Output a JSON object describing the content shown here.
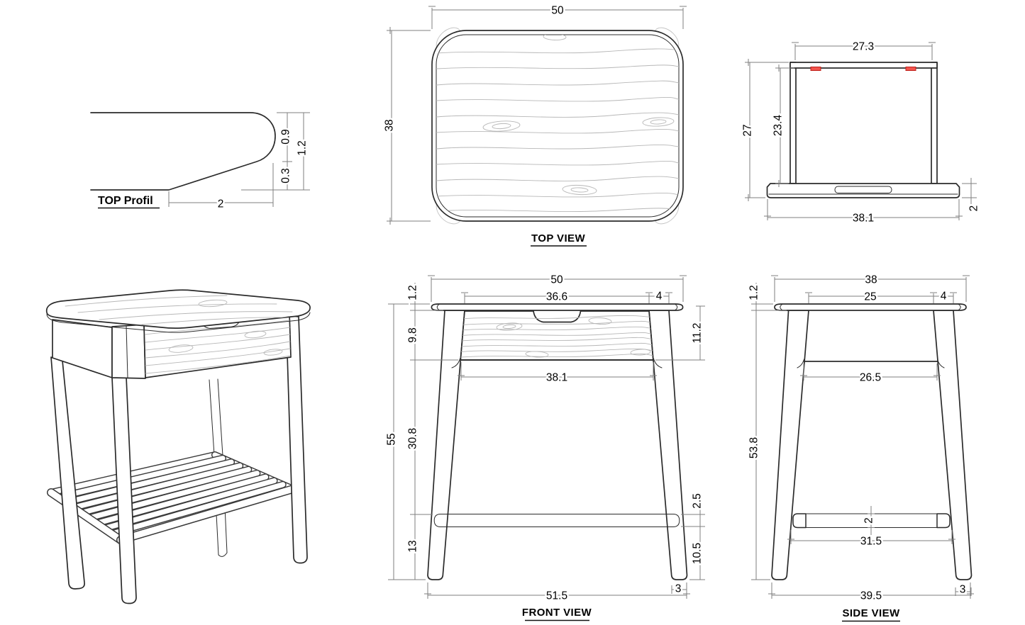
{
  "colors": {
    "line": "#2b2b2b",
    "dimension": "#7f7f7f",
    "grain": "#b7b7b7",
    "accent_red": "#e8382f"
  },
  "views": {
    "top_profile": {
      "label": "TOP Profil",
      "dims": {
        "nose": "0.9",
        "thickness": "1.2",
        "undercut": "0.3",
        "run": "2"
      }
    },
    "top_view": {
      "label": "TOP VIEW",
      "dims": {
        "width": "50",
        "depth": "38"
      }
    },
    "drawer_back": {
      "dims": {
        "opening_width": "27.3",
        "height": "27",
        "opening_height": "23.4",
        "base_width": "38.1",
        "base_thickness": "2"
      }
    },
    "front_view": {
      "label": "FRONT VIEW",
      "dims": {
        "top_width": "50",
        "inner_top": "36.6",
        "leg_top": "4",
        "top_thickness": "1.2",
        "drawer_height": "9.8",
        "top_to_drawer": "11.2",
        "drawer_bottom_width": "38.1",
        "total_height": "55",
        "drawer_to_rail": "30.8",
        "rail_height": "2.5",
        "rail_to_floor": "13",
        "below_rail": "10.5",
        "bottom_width": "51.5",
        "foot_width": "3"
      }
    },
    "side_view": {
      "label": "SIDE VIEW",
      "dims": {
        "top_width": "38",
        "inner_top": "25",
        "leg_top": "4",
        "top_thickness": "1.2",
        "inner_width": "26.5",
        "height_below_top": "53.8",
        "rail_thickness": "2",
        "rail_span": "31.5",
        "bottom_width": "39.5",
        "foot_width": "3"
      }
    }
  }
}
